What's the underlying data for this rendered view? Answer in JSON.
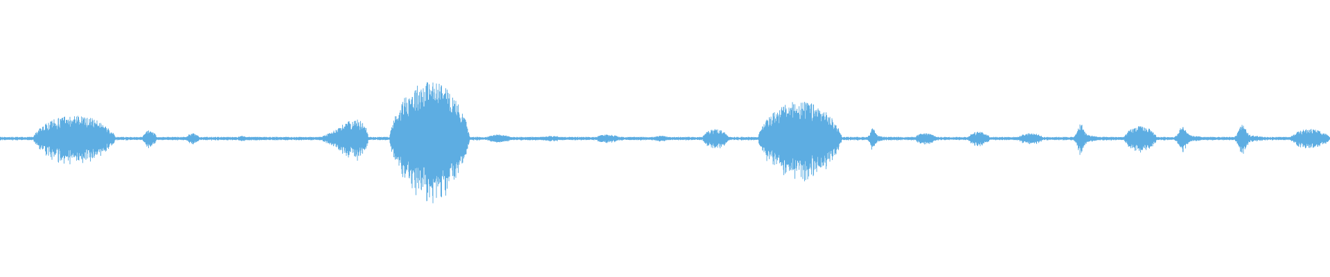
{
  "waveform": {
    "color": "#5dade2",
    "baseline_amplitude": 0.012,
    "segments": [
      {
        "start": 0.025,
        "end": 0.087,
        "amp": 0.17,
        "shape": "bulge"
      },
      {
        "start": 0.107,
        "end": 0.118,
        "amp": 0.06,
        "shape": "bulge"
      },
      {
        "start": 0.14,
        "end": 0.15,
        "amp": 0.04,
        "shape": "bulge"
      },
      {
        "start": 0.178,
        "end": 0.186,
        "amp": 0.02,
        "shape": "bulge"
      },
      {
        "start": 0.233,
        "end": 0.277,
        "amp": 0.27,
        "shape": "swell"
      },
      {
        "start": 0.293,
        "end": 0.353,
        "amp": 0.42,
        "shape": "bulge"
      },
      {
        "start": 0.365,
        "end": 0.385,
        "amp": 0.03,
        "shape": "bulge"
      },
      {
        "start": 0.405,
        "end": 0.425,
        "amp": 0.02,
        "shape": "bulge"
      },
      {
        "start": 0.447,
        "end": 0.467,
        "amp": 0.03,
        "shape": "bulge"
      },
      {
        "start": 0.49,
        "end": 0.505,
        "amp": 0.02,
        "shape": "bulge"
      },
      {
        "start": 0.528,
        "end": 0.548,
        "amp": 0.07,
        "shape": "bulge"
      },
      {
        "start": 0.57,
        "end": 0.633,
        "amp": 0.27,
        "shape": "bulge"
      },
      {
        "start": 0.65,
        "end": 0.67,
        "amp": 0.07,
        "shape": "spike"
      },
      {
        "start": 0.687,
        "end": 0.705,
        "amp": 0.04,
        "shape": "bulge"
      },
      {
        "start": 0.727,
        "end": 0.745,
        "amp": 0.05,
        "shape": "bulge"
      },
      {
        "start": 0.765,
        "end": 0.785,
        "amp": 0.04,
        "shape": "bulge"
      },
      {
        "start": 0.805,
        "end": 0.83,
        "amp": 0.1,
        "shape": "spike"
      },
      {
        "start": 0.845,
        "end": 0.87,
        "amp": 0.09,
        "shape": "bulge"
      },
      {
        "start": 0.88,
        "end": 0.91,
        "amp": 0.08,
        "shape": "spike"
      },
      {
        "start": 0.925,
        "end": 0.955,
        "amp": 0.09,
        "shape": "spike"
      },
      {
        "start": 0.97,
        "end": 1.0,
        "amp": 0.07,
        "shape": "bulge"
      }
    ]
  }
}
